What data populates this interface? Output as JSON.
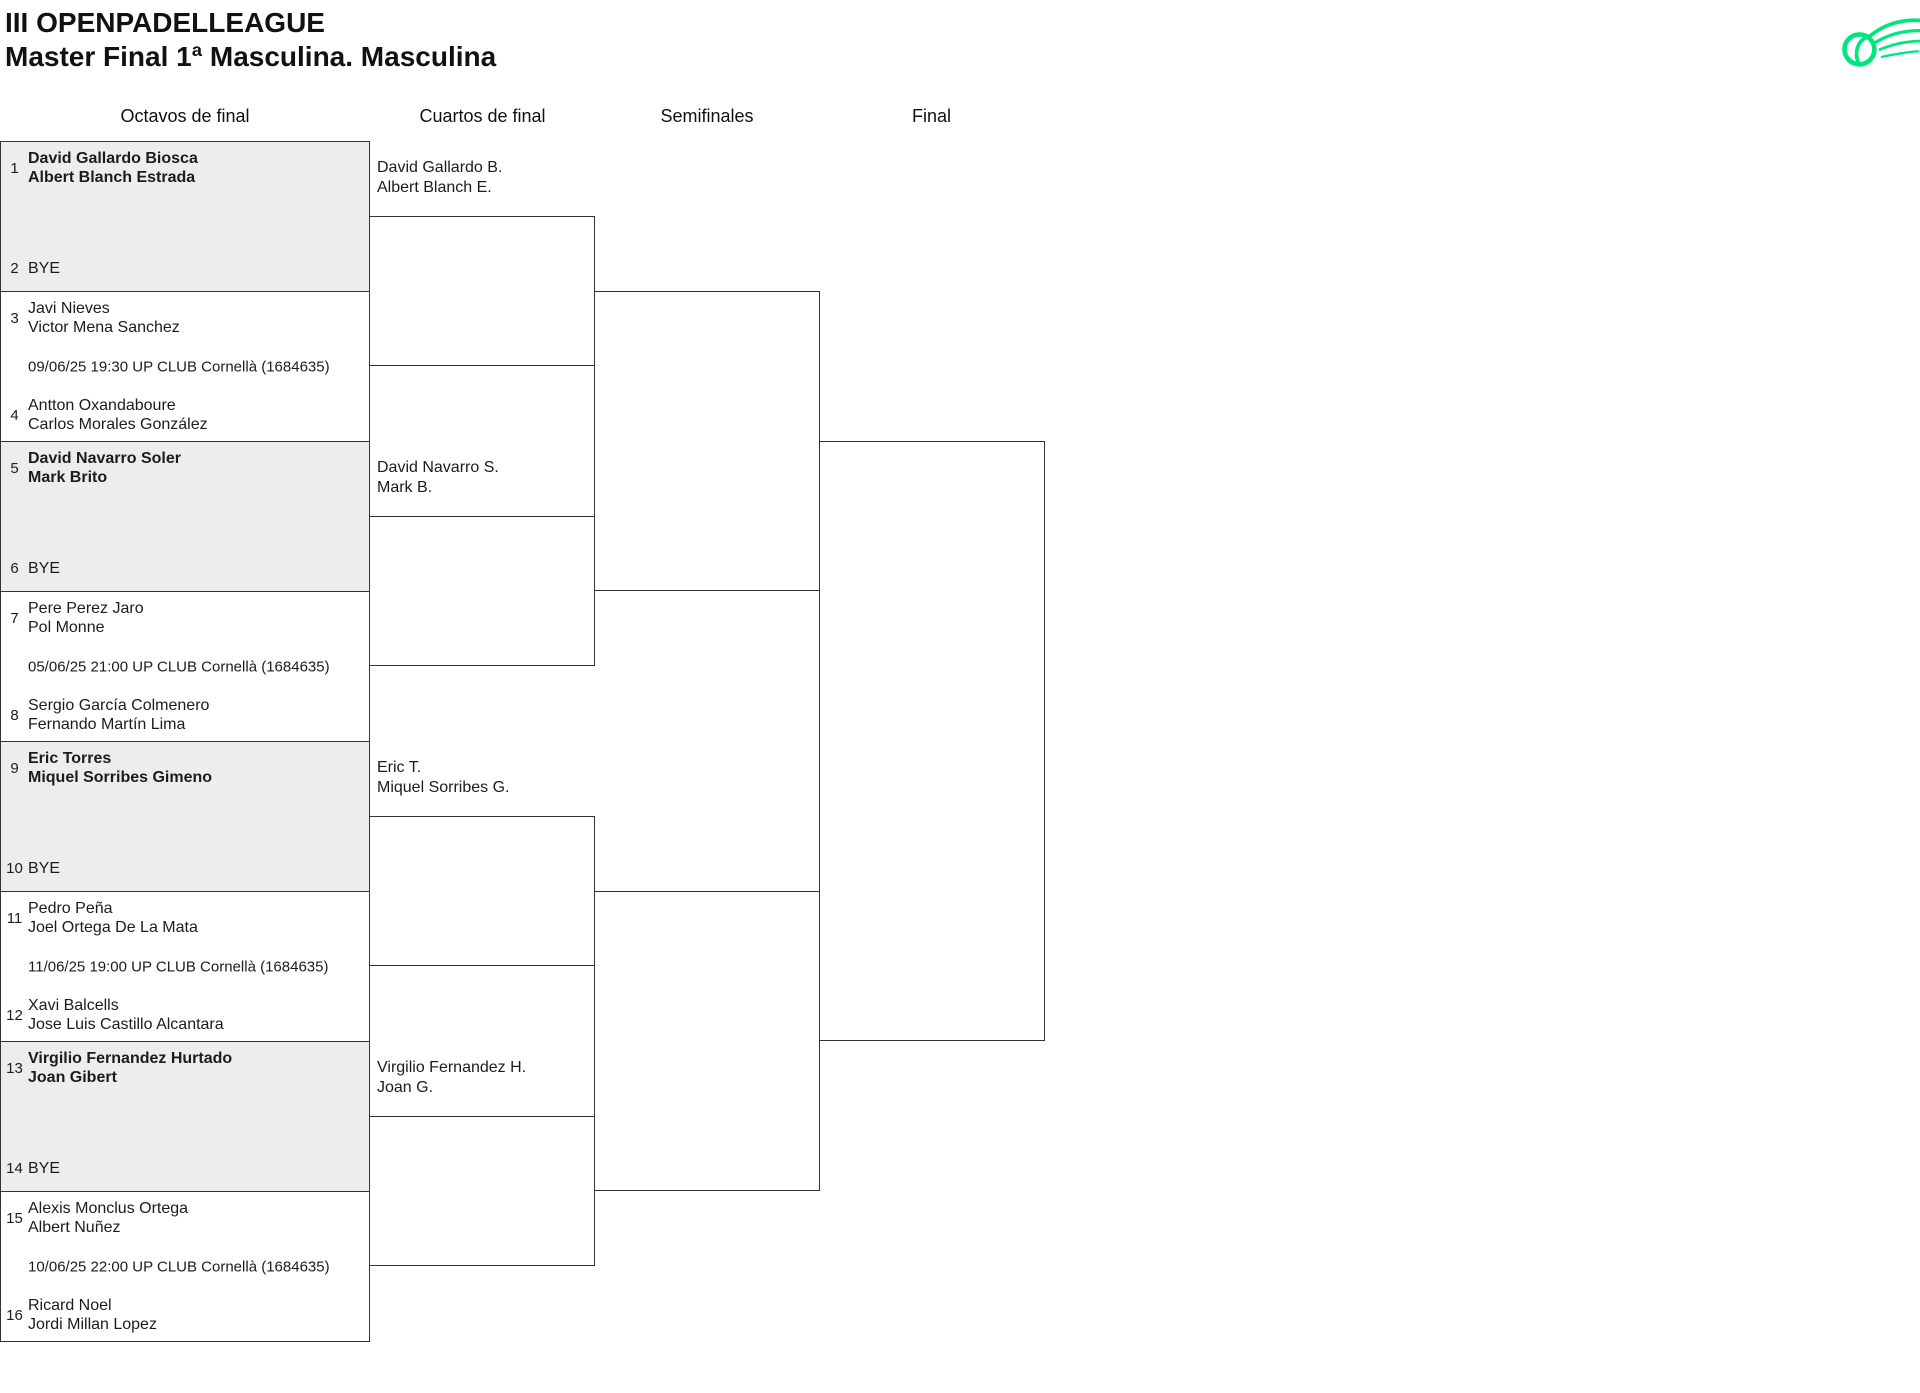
{
  "header": {
    "title": "III OPENPADELLEAGUE",
    "subtitle": "Master Final 1ª Masculina. Masculina"
  },
  "columns": [
    "Octavos de final",
    "Cuartos de final",
    "Semifinales",
    "Final"
  ],
  "octavos": [
    {
      "seed_top": "1",
      "top": [
        "David Gallardo Biosca",
        "Albert Blanch Estrada"
      ],
      "seed_bottom": "2",
      "bottom": [
        "BYE"
      ],
      "match_info": ""
    },
    {
      "seed_top": "3",
      "top": [
        "Javi Nieves",
        "Victor Mena Sanchez"
      ],
      "seed_bottom": "4",
      "bottom": [
        "Antton Oxandaboure",
        "Carlos Morales González"
      ],
      "match_info": "09/06/25 19:30 UP CLUB Cornellà (1684635)"
    },
    {
      "seed_top": "5",
      "top": [
        "David Navarro Soler",
        "Mark Brito"
      ],
      "seed_bottom": "6",
      "bottom": [
        "BYE"
      ],
      "match_info": ""
    },
    {
      "seed_top": "7",
      "top": [
        "Pere Perez Jaro",
        "Pol Monne"
      ],
      "seed_bottom": "8",
      "bottom": [
        "Sergio García Colmenero",
        "Fernando Martín Lima"
      ],
      "match_info": "05/06/25 21:00 UP CLUB Cornellà (1684635)"
    },
    {
      "seed_top": "9",
      "top": [
        "Eric Torres",
        "Miquel Sorribes Gimeno"
      ],
      "seed_bottom": "10",
      "bottom": [
        "BYE"
      ],
      "match_info": ""
    },
    {
      "seed_top": "11",
      "top": [
        "Pedro Peña",
        "Joel Ortega De La Mata"
      ],
      "seed_bottom": "12",
      "bottom": [
        "Xavi Balcells",
        "Jose Luis Castillo Alcantara"
      ],
      "match_info": "11/06/25 19:00 UP CLUB Cornellà (1684635)"
    },
    {
      "seed_top": "13",
      "top": [
        "Virgilio Fernandez Hurtado",
        "Joan Gibert"
      ],
      "seed_bottom": "14",
      "bottom": [
        "BYE"
      ],
      "match_info": ""
    },
    {
      "seed_top": "15",
      "top": [
        "Alexis Monclus Ortega",
        "Albert Nuñez"
      ],
      "seed_bottom": "16",
      "bottom": [
        "Ricard Noel",
        "Jordi Millan Lopez"
      ],
      "match_info": "10/06/25 22:00 UP CLUB Cornellà (1684635)"
    }
  ],
  "cuartos": [
    {
      "winner": [
        "David Gallardo B.",
        "Albert Blanch E."
      ]
    },
    {
      "winner": [
        "David Navarro S.",
        "Mark B."
      ]
    },
    {
      "winner": [
        "Eric T.",
        "Miquel Sorribes G."
      ]
    },
    {
      "winner": [
        "Virgilio Fernandez H.",
        "Joan G."
      ]
    }
  ],
  "colors": {
    "accent_green": "#00E67F",
    "bracket_line": "#333333",
    "bye_box_bg": "#EDEDED"
  }
}
